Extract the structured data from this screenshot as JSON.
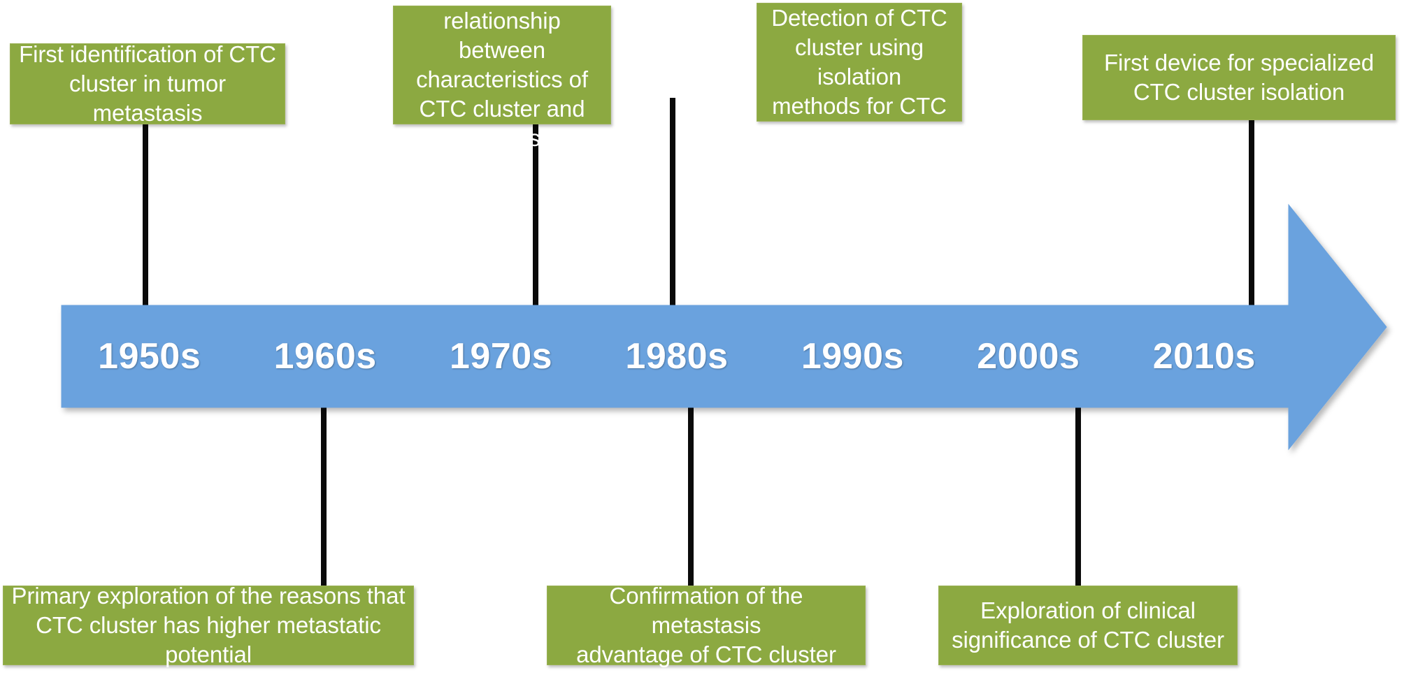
{
  "figure": {
    "type": "timeline-diagram",
    "subject": "CTC cluster research milestones by decade"
  },
  "colors": {
    "event_box_fill": "#8CA941",
    "event_box_text": "#FFFFFF",
    "arrow_fill": "#6BA2DE",
    "arrow_outline": "#6BA2DE",
    "connector": "#0A0A0A",
    "background": "#FFFFFF"
  },
  "timeline": {
    "decades": [
      {
        "label": "1950s"
      },
      {
        "label": "1960s"
      },
      {
        "label": "1970s"
      },
      {
        "label": "1980s"
      },
      {
        "label": "1990s"
      },
      {
        "label": "2000s"
      },
      {
        "label": "2010s"
      }
    ]
  },
  "events_above": [
    {
      "id": "first-identification",
      "text": "First identification of CTC\ncluster in tumor metastasis",
      "decade": "1950s"
    },
    {
      "id": "relationship-investigation",
      "text": "Investigation of relationship\nbetween characteristics of\nCTC cluster and metastasis",
      "decade": "1970s"
    },
    {
      "id": "detection-isolation-methods",
      "text": "Detection of CTC\ncluster using isolation\nmethods for CTC",
      "decade": "1990s"
    },
    {
      "id": "first-device",
      "text": "First device for specialized\nCTC cluster isolation",
      "decade": "2010s"
    }
  ],
  "events_below": [
    {
      "id": "primary-exploration",
      "text": "Primary exploration of the reasons that\nCTC cluster has higher metastatic potential",
      "decade": "1960s"
    },
    {
      "id": "metastasis-advantage",
      "text": "Confirmation of the metastasis\nadvantage of CTC cluster",
      "decade": "1980s"
    },
    {
      "id": "clinical-significance",
      "text": "Exploration of clinical\nsignificance of CTC cluster",
      "decade": "2000s"
    }
  ]
}
